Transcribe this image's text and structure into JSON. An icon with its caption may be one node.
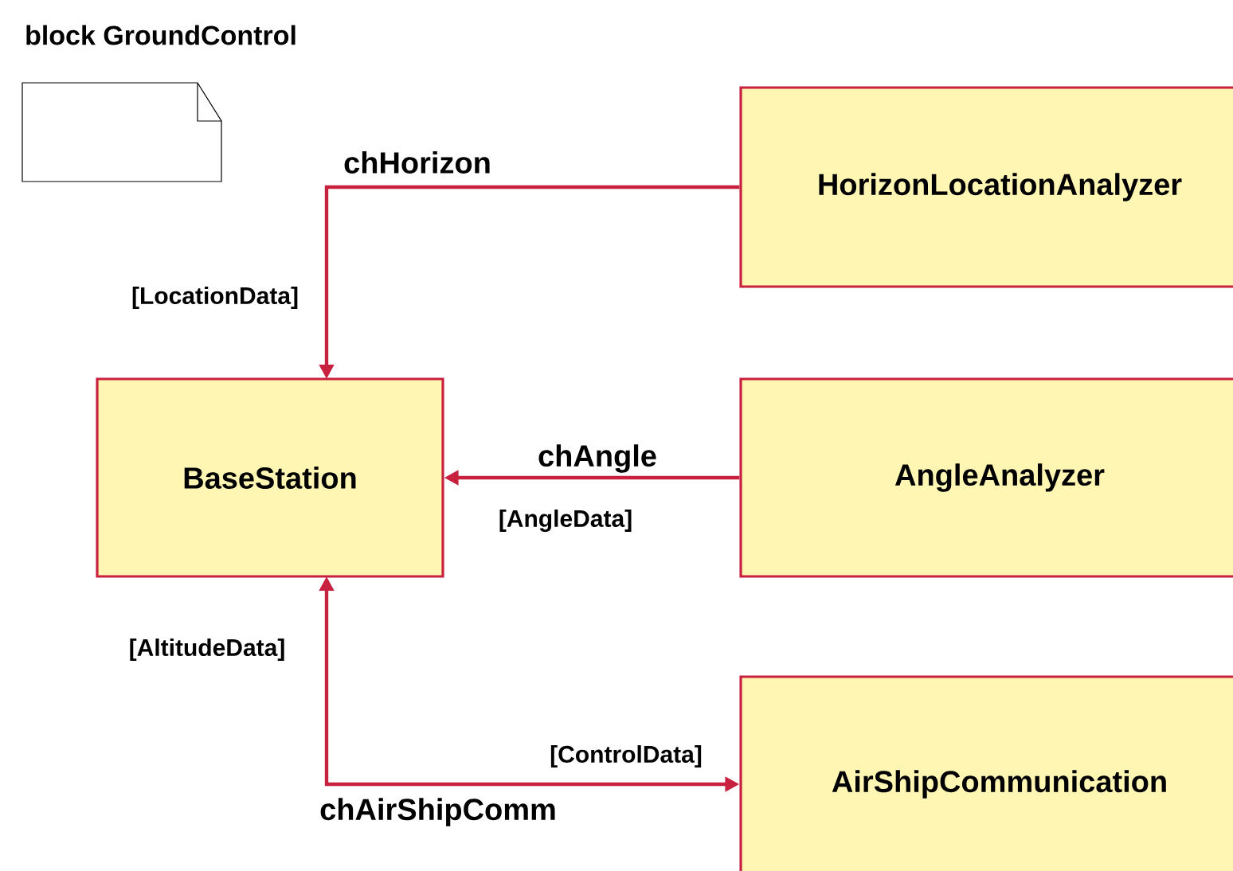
{
  "diagram": {
    "title": "block GroundControl",
    "nodes": [
      {
        "text": [
          "BaseStation"
        ]
      },
      {
        "text": [
          "HorizonLocationAnalyzer"
        ]
      },
      {
        "text": [
          "AngleAnalyzer"
        ]
      },
      {
        "text": [
          "AirShipCommunication"
        ]
      }
    ],
    "edges": [
      {
        "from": 1,
        "to": 0,
        "arrow": "to",
        "label": "chHorizon"
      },
      {
        "from": 2,
        "to": 0,
        "arrow": "to",
        "label": "chAngle"
      },
      {
        "from": 0,
        "to": 3,
        "arrow": "both",
        "label": "chAirShipComm"
      }
    ],
    "labels": [
      "[LocationData]",
      "[AngleData]",
      "[AltitudeData]",
      "[ControlData]"
    ]
  }
}
